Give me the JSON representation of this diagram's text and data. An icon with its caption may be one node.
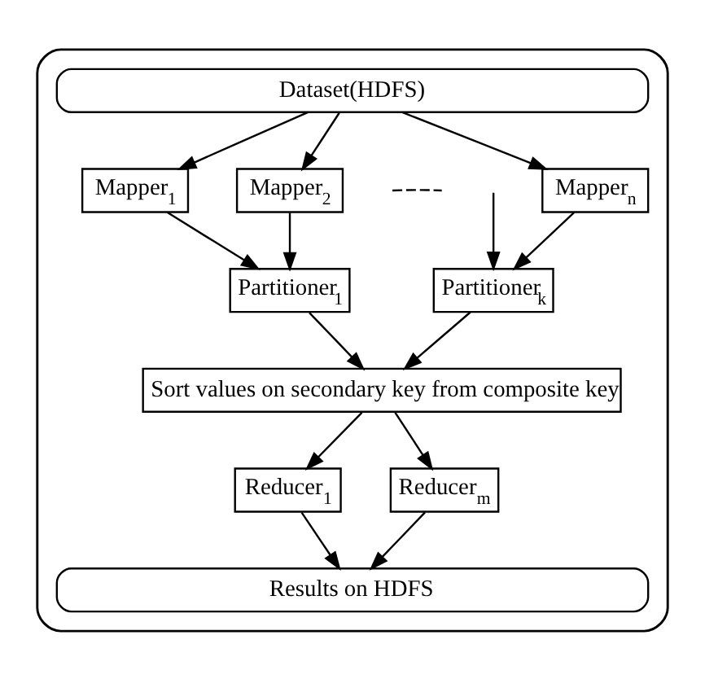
{
  "diagram": {
    "nodes": [
      {
        "text": [],
        "shape": "box"
      },
      {
        "text": [
          "Dataset(HDFS)"
        ],
        "in": 0
      },
      {
        "text": [
          "Mapper$_{1}$"
        ],
        "in": 0
      },
      {
        "text": [
          "Mapper$_{2}$"
        ],
        "in": 0
      },
      {
        "text": [
          "Mapper$_{n}$"
        ],
        "in": 0
      },
      {
        "text": [
          "Partitioner$_{1}$"
        ],
        "in": 0
      },
      {
        "text": [
          "Partitioner$_{k}$"
        ],
        "in": 0
      },
      {
        "text": [
          "Sort values on secondary key from composite key"
        ],
        "in": 0
      },
      {
        "text": [
          "Reducer$_{1}$"
        ],
        "in": 0
      },
      {
        "text": [
          "Reducer$_{m}$"
        ],
        "in": 0
      },
      {
        "text": [
          "Results on HDFS"
        ],
        "in": 0
      }
    ],
    "edges": [
      {
        "from": 1,
        "to": 2,
        "arrow": "to"
      },
      {
        "from": 1,
        "to": 3,
        "arrow": "to"
      },
      {
        "from": 1,
        "to": 4,
        "arrow": "to"
      },
      {
        "from": 2,
        "to": 5,
        "arrow": "to"
      },
      {
        "from": 3,
        "to": 5,
        "arrow": "to"
      },
      {
        "from": null,
        "to": 6,
        "arrow": "to"
      },
      {
        "from": 4,
        "to": 6,
        "arrow": "to"
      },
      {
        "from": 5,
        "to": 7,
        "arrow": "to"
      },
      {
        "from": 6,
        "to": 7,
        "arrow": "to"
      },
      {
        "from": 7,
        "to": 8,
        "arrow": "to"
      },
      {
        "from": 7,
        "to": 9,
        "arrow": "to"
      },
      {
        "from": 8,
        "to": 10,
        "arrow": "to"
      },
      {
        "from": 9,
        "to": 10,
        "arrow": "to"
      }
    ]
  }
}
